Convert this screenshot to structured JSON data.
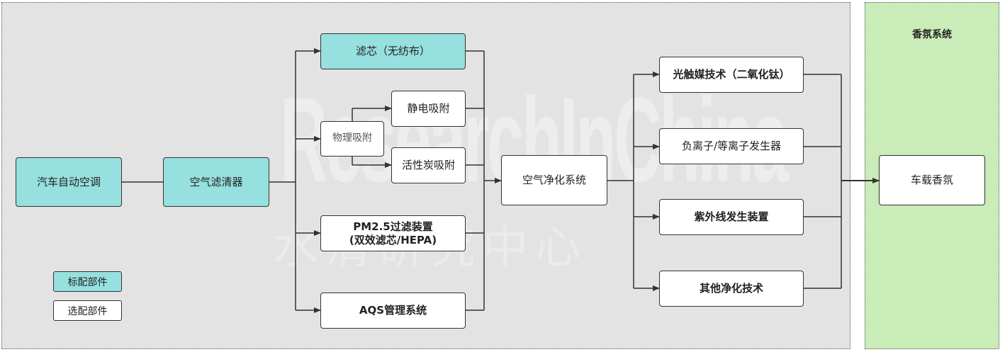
{
  "regions": {
    "green_title": "香氛系统"
  },
  "nodes": {
    "hvac": "汽车自动空调",
    "air_filter": "空气滤清器",
    "filter_core": "滤芯（无纺布）",
    "physical_adsorption": "物理吸附",
    "electrostatic": "静电吸附",
    "activated_carbon": "活性炭吸附",
    "pm25_line1": "PM2.5过滤装置",
    "pm25_line2": "(双效滤芯/HEPA)",
    "aqs": "AQS管理系统",
    "air_purification": "空气净化系统",
    "photocatalyst": "光触媒技术（二氧化钛）",
    "negative_ion": "负离子/等离子发生器",
    "uv": "紫外线发生装置",
    "other_purification": "其他净化技术",
    "fragrance": "车载香氛"
  },
  "legend": {
    "standard": "标配部件",
    "optional": "选配部件"
  },
  "watermark": {
    "english": "ResearchInChina",
    "chinese": "水清研究中心"
  },
  "colors": {
    "standard_fill": "#96e0df",
    "optional_fill": "#ffffff",
    "gray_region": "#e3e3e3",
    "green_region": "#c9ecb8"
  }
}
